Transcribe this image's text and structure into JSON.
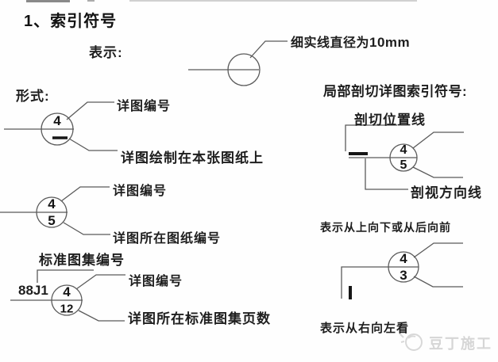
{
  "title": "1、索引符号",
  "representation": {
    "label": "表示:",
    "note_text": "细实线直径为",
    "note_bold": "10mm"
  },
  "forms": {
    "label": "形式:",
    "same_sheet_symbol": {
      "top_number": "4",
      "top_label": "详图编号",
      "bottom_label": "详图绘制在本张图纸上"
    },
    "other_sheet_symbol": {
      "top_number": "4",
      "bottom_number": "5",
      "top_label": "详图编号",
      "bottom_label": "详图所在图纸编号"
    },
    "atlas_symbol": {
      "atlas_label": "标准图集编号",
      "atlas_code": "88J1",
      "top_number": "4",
      "bottom_number": "12",
      "top_label": "详图编号",
      "bottom_label": "详图所在标准图集页数"
    }
  },
  "partial_section": {
    "title": "局部剖切详图索引符号:",
    "down_view_symbol": {
      "cut_position_label": "剖切位置线",
      "top_number": "4",
      "bottom_number": "5",
      "direction_label": "剖视方向线",
      "caption": "表示从上向下或从后向前"
    },
    "left_view_symbol": {
      "top_number": "4",
      "bottom_number": "3",
      "caption": "表示从右向左看"
    }
  },
  "watermark": {
    "text": "豆丁施工"
  },
  "colors": {
    "background": "#ffffff",
    "line": "#5a5a5a",
    "thick_line": "#161616",
    "text": "#1c1c1c",
    "watermark": "#d6d6d6"
  }
}
